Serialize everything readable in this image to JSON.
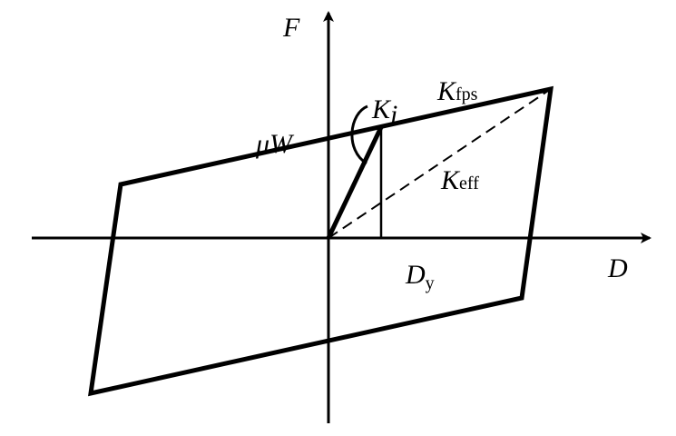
{
  "labels": {
    "force_axis": "F",
    "displacement_axis": "D",
    "friction_force": "μW",
    "initial_stiffness": {
      "main": "K",
      "sub": "i"
    },
    "post_yield_stiffness": {
      "main": "K",
      "sub": "fps"
    },
    "effective_stiffness": {
      "main": "K",
      "sub": "eff"
    },
    "yield_displacement": {
      "main": "D",
      "sub": "y"
    }
  },
  "colors": {
    "line": "#000000",
    "background": "#ffffff"
  }
}
